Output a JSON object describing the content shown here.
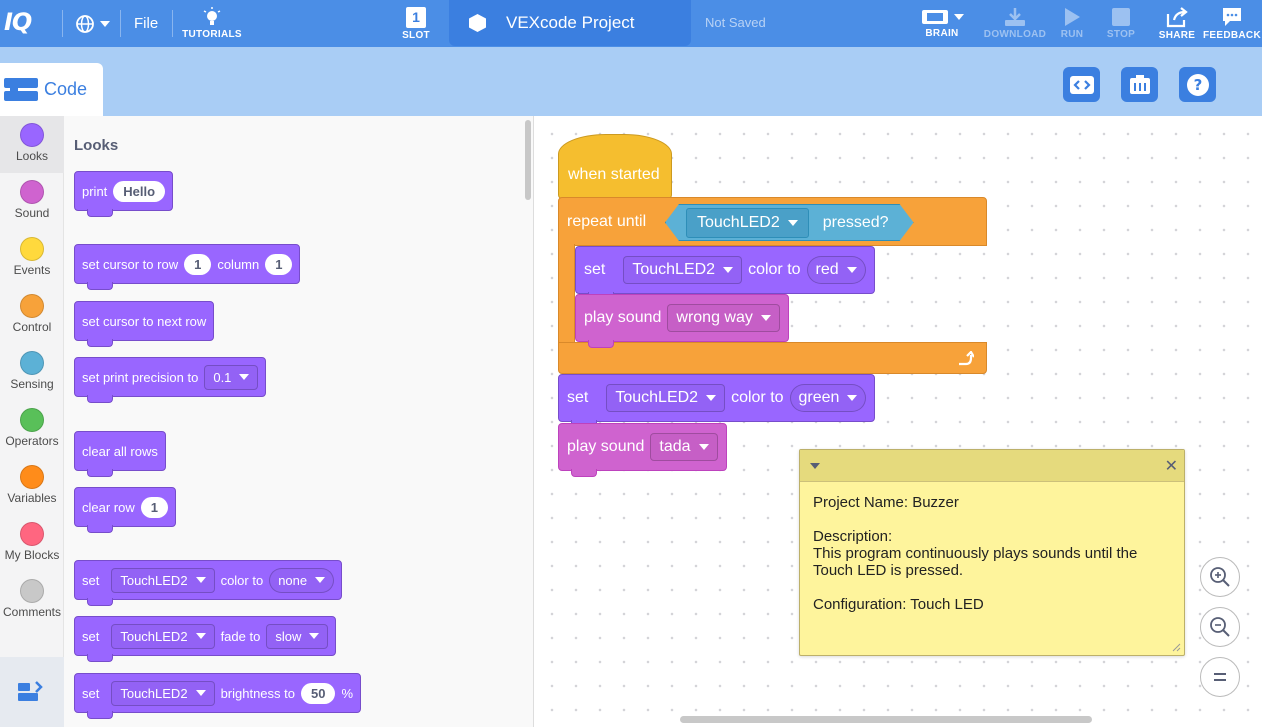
{
  "topbar": {
    "logo": "IQ",
    "file_label": "File",
    "tutorials_label": "TUTORIALS",
    "slot_label": "SLOT",
    "slot_number": "1",
    "project_name": "VEXcode Project",
    "save_status": "Not Saved",
    "brain_label": "BRAIN",
    "download_label": "DOWNLOAD",
    "run_label": "RUN",
    "stop_label": "STOP",
    "share_label": "SHARE",
    "feedback_label": "FEEDBACK"
  },
  "subbar": {
    "code_tab_label": "Code"
  },
  "categories": [
    {
      "label": "Looks",
      "color": "#9966ff"
    },
    {
      "label": "Sound",
      "color": "#cf63cf"
    },
    {
      "label": "Events",
      "color": "#ffd93d"
    },
    {
      "label": "Control",
      "color": "#f7a23a"
    },
    {
      "label": "Sensing",
      "color": "#5cb1d6"
    },
    {
      "label": "Operators",
      "color": "#59c059"
    },
    {
      "label": "Variables",
      "color": "#ff8c1a"
    },
    {
      "label": "My Blocks",
      "color": "#ff6680"
    },
    {
      "label": "Comments",
      "color": "#c8c8c8"
    }
  ],
  "palette": {
    "title": "Looks",
    "print": {
      "label": "print",
      "value": "Hello"
    },
    "set_cursor": {
      "label": "set cursor to row",
      "row": "1",
      "column_label": "column",
      "column": "1"
    },
    "next_row": {
      "label": "set cursor to next row"
    },
    "precision": {
      "label": "set print precision to",
      "value": "0.1"
    },
    "clear_all": {
      "label": "clear all rows"
    },
    "clear_row": {
      "label": "clear row",
      "value": "1"
    },
    "set_color": {
      "label": "set",
      "device": "TouchLED2",
      "mid": "color to",
      "value": "none"
    },
    "set_fade": {
      "label": "set",
      "device": "TouchLED2",
      "mid": "fade to",
      "value": "slow"
    },
    "set_brightness": {
      "label": "set",
      "device": "TouchLED2",
      "mid": "brightness to",
      "value": "50",
      "unit": "%"
    }
  },
  "script": {
    "hat": "when started",
    "repeat": {
      "label": "repeat until",
      "device": "TouchLED2",
      "condition": "pressed?"
    },
    "inner_set": {
      "label": "set",
      "device": "TouchLED2",
      "mid": "color to",
      "value": "red"
    },
    "inner_sound": {
      "label": "play sound",
      "value": "wrong way"
    },
    "after_set": {
      "label": "set",
      "device": "TouchLED2",
      "mid": "color to",
      "value": "green"
    },
    "after_sound": {
      "label": "play sound",
      "value": "tada"
    }
  },
  "comment": {
    "project_line": "Project Name: Buzzer",
    "desc_title": "Description:",
    "desc_line1": "This program continuously plays sounds until the",
    "desc_line2": "Touch LED is pressed.",
    "config_line": "Configuration: Touch LED"
  }
}
